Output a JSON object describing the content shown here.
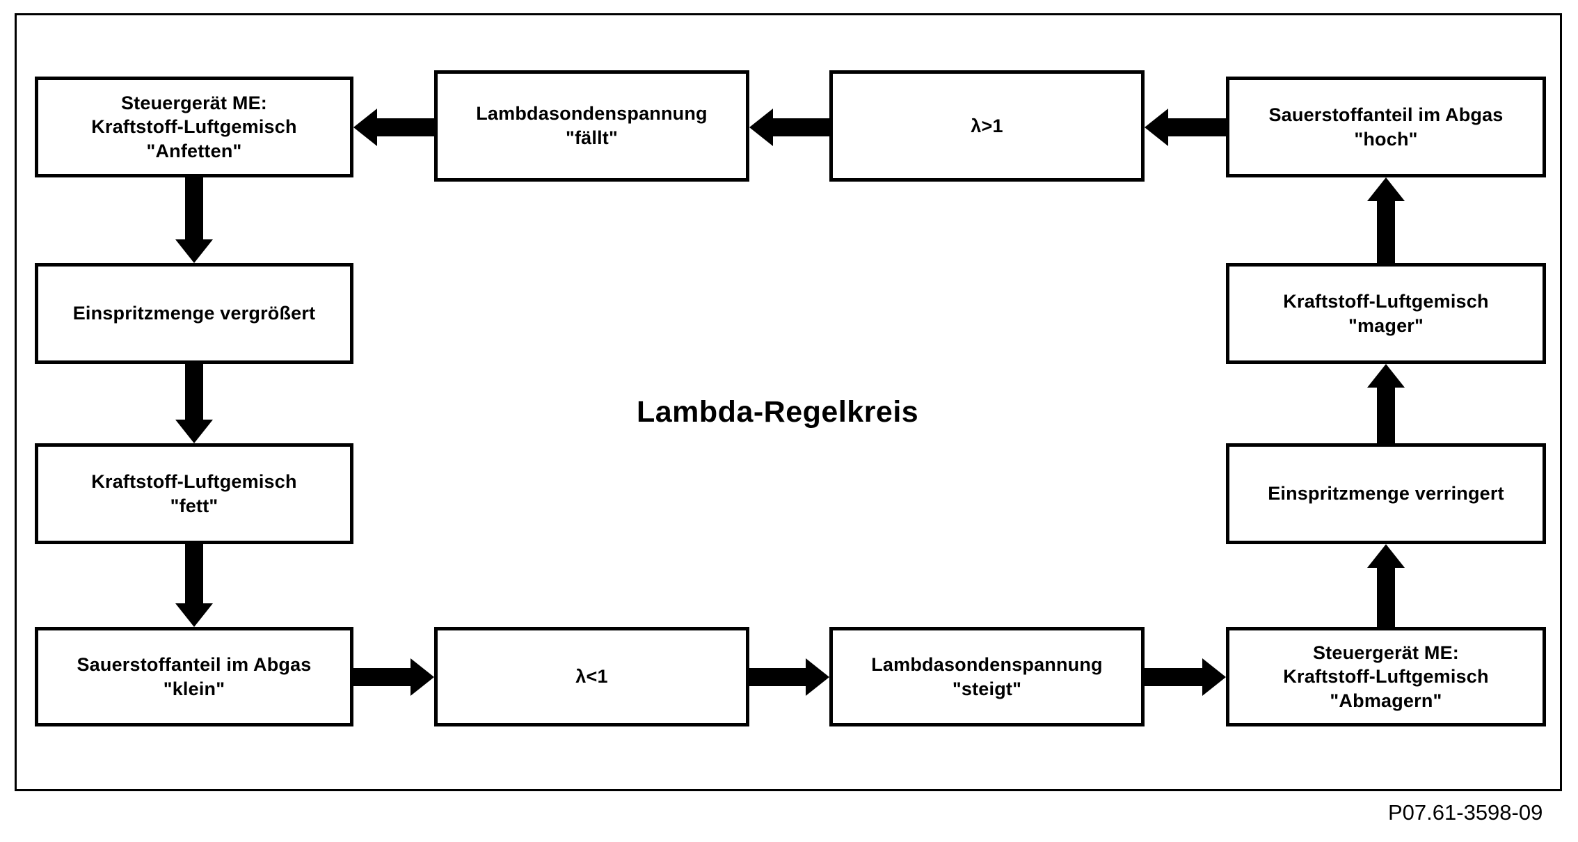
{
  "diagram": {
    "title": "Lambda-Regelkreis",
    "caption": "P07.61-3598-09",
    "nodes": [
      {
        "id": "steuergeraet-anfetten",
        "label": "Steuergerät ME:\nKraftstoff-Luftgemisch\n\"Anfetten\""
      },
      {
        "id": "lambdaspannung-faellt",
        "label": "Lambdasondenspannung\n\"fällt\""
      },
      {
        "id": "lambda-groesser-1",
        "label": "λ>1"
      },
      {
        "id": "sauerstoff-hoch",
        "label": "Sauerstoffanteil im Abgas\n\"hoch\""
      },
      {
        "id": "einspritzmenge-vergroessert",
        "label": "Einspritzmenge vergrößert"
      },
      {
        "id": "gemisch-fett",
        "label": "Kraftstoff-Luftgemisch\n\"fett\""
      },
      {
        "id": "sauerstoff-klein",
        "label": "Sauerstoffanteil im Abgas\n\"klein\""
      },
      {
        "id": "lambda-kleiner-1",
        "label": "λ<1"
      },
      {
        "id": "lambdaspannung-steigt",
        "label": "Lambdasondenspannung\n\"steigt\""
      },
      {
        "id": "steuergeraet-abmagern",
        "label": "Steuergerät ME:\nKraftstoff-Luftgemisch\n\"Abmagern\""
      },
      {
        "id": "einspritzmenge-verringert",
        "label": "Einspritzmenge verringert"
      },
      {
        "id": "gemisch-mager",
        "label": "Kraftstoff-Luftgemisch\n\"mager\""
      }
    ],
    "edges": [
      {
        "id": "sauerstoff-hoch-to-lambda-groesser-1",
        "direction": "left"
      },
      {
        "id": "lambda-groesser-1-to-lambdaspannung-faellt",
        "direction": "left"
      },
      {
        "id": "lambdaspannung-faellt-to-steuergeraet-anfetten",
        "direction": "left"
      },
      {
        "id": "steuergeraet-anfetten-to-einspritzmenge-vergroessert",
        "direction": "down"
      },
      {
        "id": "einspritzmenge-vergroessert-to-gemisch-fett",
        "direction": "down"
      },
      {
        "id": "gemisch-fett-to-sauerstoff-klein",
        "direction": "down"
      },
      {
        "id": "sauerstoff-klein-to-lambda-kleiner-1",
        "direction": "right"
      },
      {
        "id": "lambda-kleiner-1-to-lambdaspannung-steigt",
        "direction": "right"
      },
      {
        "id": "lambdaspannung-steigt-to-steuergeraet-abmagern",
        "direction": "right"
      },
      {
        "id": "steuergeraet-abmagern-to-einspritzmenge-verringert",
        "direction": "up"
      },
      {
        "id": "einspritzmenge-verringert-to-gemisch-mager",
        "direction": "up"
      },
      {
        "id": "gemisch-mager-to-sauerstoff-hoch",
        "direction": "up"
      }
    ],
    "colors": {
      "stroke": "#000000",
      "background": "#ffffff"
    }
  }
}
